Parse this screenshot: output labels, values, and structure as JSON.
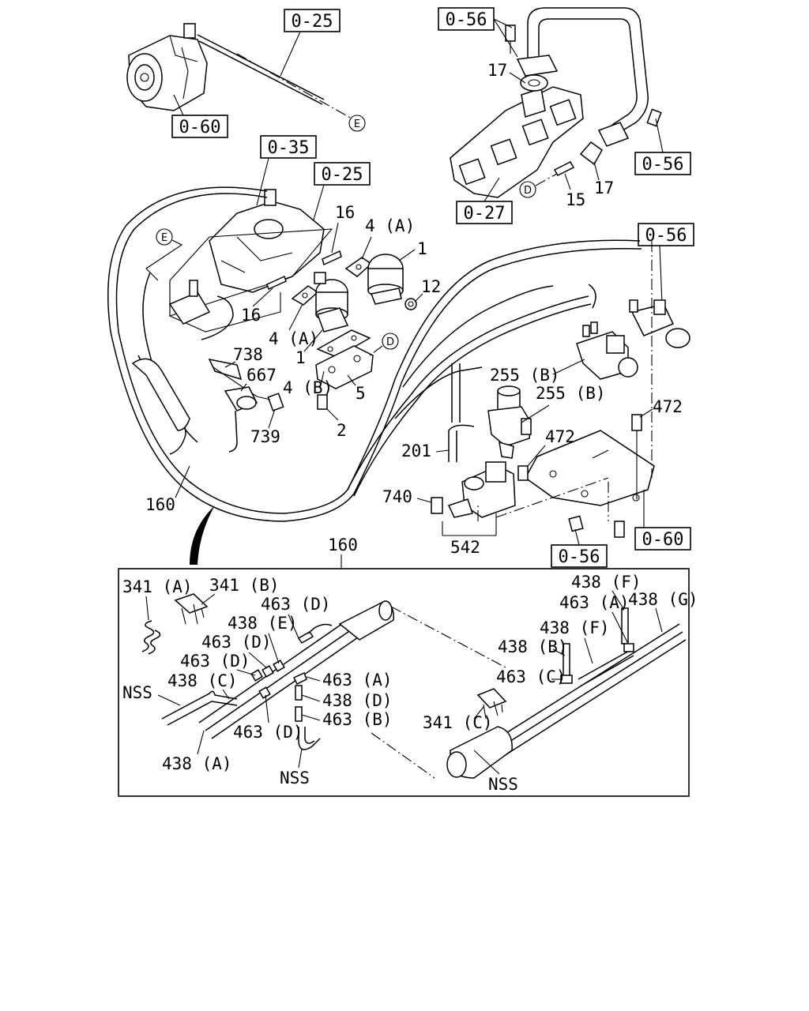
{
  "boxed_refs": {
    "ref_0_25_top": "0-25",
    "ref_0_60_top": "0-60",
    "ref_0_56_top": "0-56",
    "ref_0_56_right": "0-56",
    "ref_0_27": "0-27",
    "ref_0_35": "0-35",
    "ref_0_25_mid": "0-25",
    "ref_0_56_mid": "0-56",
    "ref_0_56_bottom": "0-56",
    "ref_0_60_bottom": "0-60"
  },
  "circle_refs": {
    "e_top": "E",
    "e_left": "E",
    "d_top": "D",
    "d_mid": "D"
  },
  "callouts": {
    "c17_a": "17",
    "c17_b": "17",
    "c15": "15",
    "c16_a": "16",
    "c16_b": "16",
    "c4a_a": "4 (A)",
    "c4a_b": "4 (A)",
    "c1_a": "1",
    "c1_b": "1",
    "c12": "12",
    "c738": "738",
    "c667": "667",
    "c4b": "4 (B)",
    "c5": "5",
    "c739": "739",
    "c2": "2",
    "c255b_a": "255 (B)",
    "c255b_b": "255 (B)",
    "c472_a": "472",
    "c472_b": "472",
    "c201": "201",
    "c740": "740",
    "c542": "542",
    "c160_a": "160",
    "c160_b": "160"
  },
  "detail": {
    "c341a": "341 (A)",
    "c341b": "341 (B)",
    "c463d_a": "463 (D)",
    "c438e": "438 (E)",
    "c463d_b": "463 (D)",
    "c463d_c": "463 (D)",
    "c438c": "438 (C)",
    "nss_a": "NSS",
    "c463a_a": "463 (A)",
    "c438d": "438 (D)",
    "c463b": "463 (B)",
    "c463d_d": "463 (D)",
    "c438a": "438 (A)",
    "nss_b": "NSS",
    "c438f_a": "438 (F)",
    "c463a_b": "463 (A)",
    "c438g": "438 (G)",
    "c438f_b": "438 (F)",
    "c438b": "438 (B)",
    "c463c": "463 (C)",
    "c341c": "341 (C)",
    "nss_c": "NSS"
  }
}
